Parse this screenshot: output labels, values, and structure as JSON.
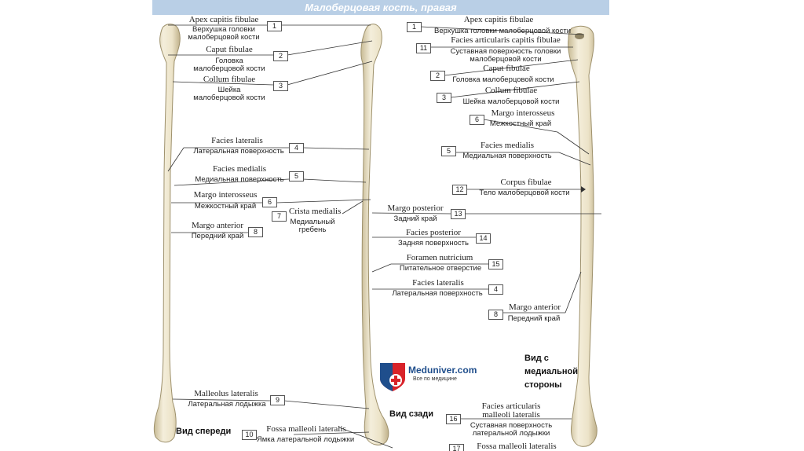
{
  "title": "Малоберцовая кость, правая",
  "views": {
    "front": "Вид спереди",
    "back": "Вид сзади",
    "medial": [
      "Вид с",
      "медиальной",
      "стороны"
    ]
  },
  "logo": {
    "name": "Meduniver.com",
    "tagline": "Все по медицине"
  },
  "labels": {
    "l1": {
      "n": "1",
      "lat": "Apex capitis fibulae",
      "ru": [
        "Верхушка головки",
        "малоберцовой кости"
      ]
    },
    "l2": {
      "n": "2",
      "lat": "Caput fibulae",
      "ru": [
        "Головка",
        "малоберцовой кости"
      ]
    },
    "l3": {
      "n": "3",
      "lat": "Collum fibulae",
      "ru": [
        "Шейка",
        "малоберцовой кости"
      ]
    },
    "l4": {
      "n": "4",
      "lat": "Facies lateralis",
      "ru": [
        "Латеральная поверхность"
      ]
    },
    "l5": {
      "n": "5",
      "lat": "Facies medialis",
      "ru": [
        "Медиальная поверхность"
      ]
    },
    "l6": {
      "n": "6",
      "lat": "Margo interosseus",
      "ru": [
        "Межкостный край"
      ]
    },
    "l7": {
      "n": "7",
      "lat": "Crista medialis",
      "ru": [
        "Медиальный",
        "гребень"
      ]
    },
    "l8": {
      "n": "8",
      "lat": "Margo anterior",
      "ru": [
        "Передний край"
      ]
    },
    "l9": {
      "n": "9",
      "lat": "Malleolus lateralis",
      "ru": [
        "Латеральная лодыжка"
      ]
    },
    "l10": {
      "n": "10",
      "lat": "Fossa malleoli lateralis",
      "ru": [
        "Ямка латеральной лодыжки"
      ]
    },
    "r1": {
      "n": "1",
      "lat": "Apex capitis fibulae",
      "ru": [
        "Верхушка головки малоберцовой кости"
      ]
    },
    "r11": {
      "n": "11",
      "lat": "Facies articularis capitis fibulae",
      "ru": [
        "Суставная поверхность головки",
        "малоберцовой кости"
      ]
    },
    "r2": {
      "n": "2",
      "lat": "Caput fibulae",
      "ru": [
        "Головка малоберцовой кости"
      ]
    },
    "r3": {
      "n": "3",
      "lat": "Collum fibulae",
      "ru": [
        "Шейка малоберцовой кости"
      ]
    },
    "r6": {
      "n": "6",
      "lat": "Margo interosseus",
      "ru": [
        "Межкостный край"
      ]
    },
    "r5": {
      "n": "5",
      "lat": "Facies medialis",
      "ru": [
        "Медиальная поверхность"
      ]
    },
    "r12": {
      "n": "12",
      "lat": "Corpus fibulae",
      "ru": [
        "Тело малоберцовой кости"
      ]
    },
    "r13": {
      "n": "13",
      "lat": "Margo posterior",
      "ru": [
        "Задний край"
      ]
    },
    "r14": {
      "n": "14",
      "lat": "Facies posterior",
      "ru": [
        "Задняя поверхность"
      ]
    },
    "r15": {
      "n": "15",
      "lat": "Foramen nutricium",
      "ru": [
        "Питательное отверстие"
      ]
    },
    "r4": {
      "n": "4",
      "lat": "Facies lateralis",
      "ru": [
        "Латеральная поверхность"
      ]
    },
    "r8": {
      "n": "8",
      "lat": "Margo anterior",
      "ru": [
        "Передний край"
      ]
    },
    "r16": {
      "n": "16",
      "lat": "Facies articularis",
      "lat2": "malleoli lateralis",
      "ru": [
        "Суставная поверхность",
        "латеральной лодыжки"
      ]
    },
    "r17": {
      "n": "17",
      "lat": "Fossa malleoli lateralis",
      "ru": []
    }
  },
  "colors": {
    "title_bar": "#b9cfe6",
    "bone": "#efe8d2",
    "bone_shade": "#cbbf9c",
    "logo_red": "#d8232a",
    "logo_blue": "#1f4e8c"
  }
}
